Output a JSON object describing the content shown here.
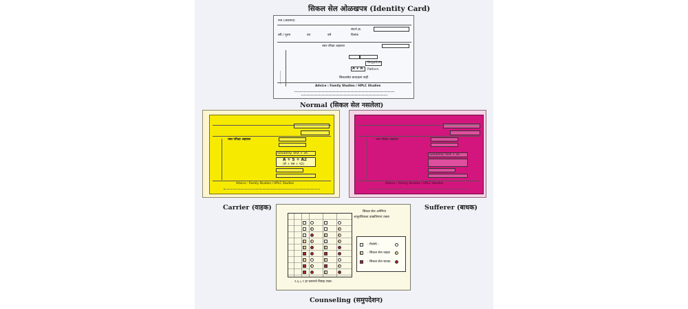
{
  "page": {
    "title": "सिकल सेल ओळखपत्र (Identity Card)",
    "caption_normal": "Normal (सिकल सेल नसलेला)",
    "caption_carrier": "Carrier (वाहक)",
    "caption_sufferer": "Sufferer (बाधक)",
    "caption_counseling": "Counseling (समुपदेशन)"
  },
  "normal_card": {
    "name_label": "नाव (आडनाव)",
    "serial_label": "संदर्भ क्र.",
    "gender_label": "स्त्री / पुरुष",
    "age_label": "वय",
    "years_label": "वर्ष",
    "date_label": "दिनांक",
    "test_section": "रक्त परिक्षा अहवाल",
    "result_label": "Negative",
    "pattern_value": "A + A",
    "pattern_label": "Pattern",
    "conclusion": "सिकलसेल बाधाहला नाही",
    "advice": "Advice : Family Studies / HPLC Studies"
  },
  "carrier_card": {
    "test_section": "रक्त परिक्षा अहवाल",
    "solubility": "Solubility Test + ve",
    "pattern_value": "A + S + A2",
    "pattern_sub": "(से + एस + ए2)",
    "advice": "Advice : Family Studies / HPLC Studies"
  },
  "sufferer_card": {
    "test_section": "रक्त परिक्षा अहवाल",
    "solubility": "Solubility Test + ve",
    "advice": "Advice : Family Studies / HPLC Studies"
  },
  "counsel_card": {
    "heading_1": "सिकल सेल अनेमिया",
    "heading_2": "आनुवंशिकता दाखविणारा तक्ता",
    "legend_1": "- निरोगी -",
    "legend_2": "- सिकल सेल वाहक",
    "legend_3": "- सिकल सेल बाधक",
    "footer": "१,६,८,९ हा प्रकारचे विवाह टाळा."
  },
  "colors": {
    "normal": "#f7f8fb",
    "carrier": "#f6ea00",
    "sufferer": "#d3167e",
    "counseling": "#fbf8e4"
  }
}
